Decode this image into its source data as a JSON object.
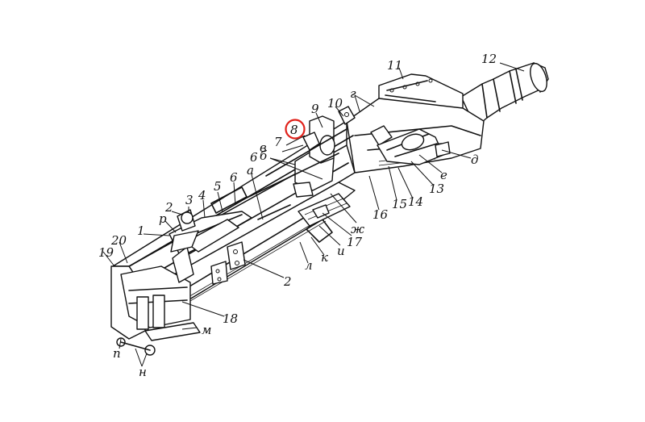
{
  "diagram": {
    "highlight_color": "#e0211a",
    "line_color": "#111111",
    "background_color": "#ffffff",
    "labels": {
      "n1": "1",
      "n2a": "2",
      "n2b": "2",
      "n3": "3",
      "n4": "4",
      "n5": "5",
      "n6a": "6",
      "n6b": "6",
      "n7": "7",
      "n8": "8",
      "n9": "9",
      "n10": "10",
      "n11": "11",
      "n12": "12",
      "n13": "13",
      "n14": "14",
      "n15": "15",
      "n16": "16",
      "n17": "17",
      "n18": "18",
      "n19": "19",
      "n20": "20",
      "a": "а",
      "b": "б",
      "v": "в",
      "g": "г",
      "d": "д",
      "e": "е",
      "zh": "ж",
      "i": "и",
      "k": "к",
      "l": "л",
      "m": "м",
      "n": "н",
      "p": "п",
      "r": "р"
    }
  }
}
